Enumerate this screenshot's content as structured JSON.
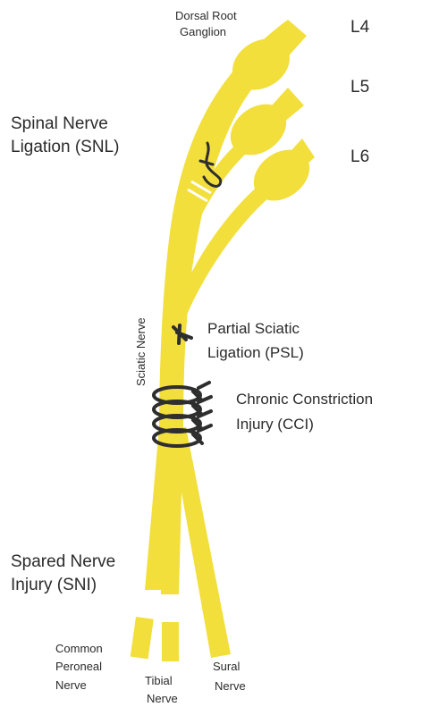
{
  "diagram": {
    "labels": {
      "dorsal_root_ganglion": [
        "Dorsal Root",
        "Ganglion"
      ],
      "l4": "L4",
      "l5": "L5",
      "l6": "L6",
      "snl": [
        "Spinal Nerve",
        "Ligation (SNL)"
      ],
      "sciatic_nerve": "Sciatic Nerve",
      "psl": [
        "Partial Sciatic",
        "Ligation (PSL)"
      ],
      "cci": [
        "Chronic Constriction",
        "Injury (CCI)"
      ],
      "sni": [
        "Spared Nerve",
        "Injury (SNI)"
      ],
      "common_peroneal": [
        "Common",
        "Peroneal",
        "Nerve"
      ],
      "tibial": [
        "Tibial",
        "Nerve"
      ],
      "sural": [
        "Sural",
        "Nerve"
      ]
    },
    "colors": {
      "nerve": "#f2df3c",
      "ligature": "#2e2e2e",
      "text": "#2b2b2b"
    }
  }
}
